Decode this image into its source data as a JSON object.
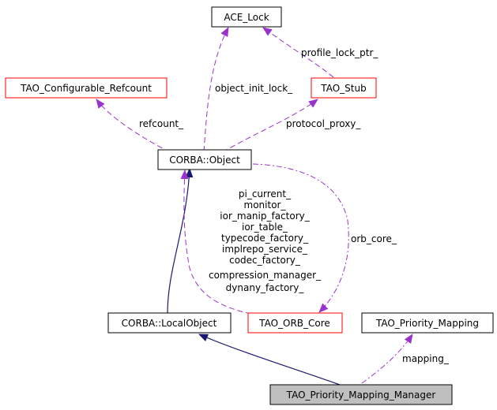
{
  "nodes": {
    "ace_lock": "ACE_Lock",
    "tao_configurable_refcount": "TAO_Configurable_Refcount",
    "tao_stub": "TAO_Stub",
    "corba_object": "CORBA::Object",
    "corba_localobject": "CORBA::LocalObject",
    "tao_orb_core": "TAO_ORB_Core",
    "tao_priority_mapping": "TAO_Priority_Mapping",
    "tao_priority_mapping_manager": "TAO_Priority_Mapping_Manager"
  },
  "edge_labels": {
    "object_init_lock": "object_init_lock_",
    "profile_lock_ptr": "profile_lock_ptr_",
    "refcount": "refcount_",
    "protocol_proxy": "protocol_proxy_",
    "orb_core": "orb_core_",
    "mapping": "mapping_",
    "orb_core_members": [
      "pi_current_",
      "monitor_",
      "ior_manip_factory_",
      "ior_table_",
      "typecode_factory_",
      "implrepo_service_",
      "codec_factory_",
      "compression_manager_",
      "dynany_factory_"
    ]
  },
  "colors": {
    "inheritance_edge": "#191970",
    "usage_edge": "#9a32cd",
    "undocumented_border": "#ff0000",
    "documented_border": "#000000",
    "focus_fill": "#bfbfbf"
  }
}
